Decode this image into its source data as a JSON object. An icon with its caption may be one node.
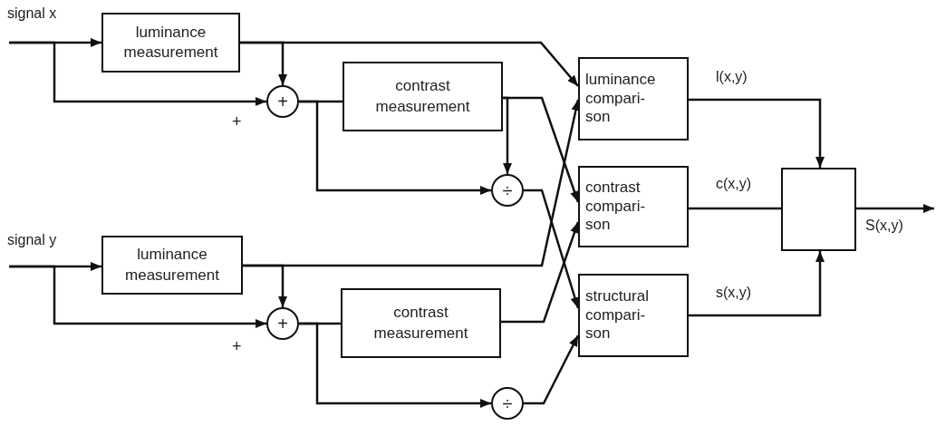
{
  "diagram": {
    "nodes": [
      {
        "text": [
          "signal x"
        ]
      },
      {
        "text": [
          "luminance measurement"
        ]
      },
      {
        "text": [
          "+"
        ]
      },
      {
        "text": [
          "contrast measurement"
        ]
      },
      {
        "text": [
          "÷"
        ]
      },
      {
        "text": [
          "luminance compari- son"
        ]
      },
      {
        "text": [
          "contrast compari- son"
        ]
      },
      {
        "text": [
          "structural compari- son"
        ]
      },
      {
        "text": [],
        "shape": "box"
      },
      {
        "text": [
          "signal y"
        ]
      },
      {
        "text": [
          "luminance measurement"
        ]
      },
      {
        "text": [
          "+"
        ]
      },
      {
        "text": [
          "contrast measurement"
        ]
      },
      {
        "text": [
          "÷"
        ]
      }
    ],
    "edges": [
      {
        "from": 0,
        "to": 1,
        "arrow": "to"
      },
      {
        "from": 0,
        "to": 2,
        "arrow": "to"
      },
      {
        "from": 1,
        "to": 2,
        "arrow": "to"
      },
      {
        "from": 1,
        "to": 5,
        "arrow": "to"
      },
      {
        "from": 2,
        "to": 3,
        "arrow": "none"
      },
      {
        "from": 2,
        "to": 4,
        "arrow": "to"
      },
      {
        "from": 3,
        "to": 4,
        "arrow": "to"
      },
      {
        "from": 3,
        "to": 6,
        "arrow": "to"
      },
      {
        "from": 4,
        "to": 7,
        "arrow": "to"
      },
      {
        "from": 9,
        "to": 10,
        "arrow": "to"
      },
      {
        "from": 9,
        "to": 11,
        "arrow": "to"
      },
      {
        "from": 10,
        "to": 11,
        "arrow": "to"
      },
      {
        "from": 10,
        "to": 5,
        "arrow": "to"
      },
      {
        "from": 11,
        "to": 12,
        "arrow": "none"
      },
      {
        "from": 11,
        "to": 13,
        "arrow": "to"
      },
      {
        "from": 12,
        "to": 6,
        "arrow": "to"
      },
      {
        "from": 13,
        "to": 7,
        "arrow": "to"
      },
      {
        "from": 5,
        "to": 8,
        "label": "l(x,y)",
        "arrow": "to"
      },
      {
        "from": 6,
        "to": 8,
        "label": "c(x,y)",
        "arrow": "none"
      },
      {
        "from": 7,
        "to": 8,
        "label": "s(x,y)",
        "arrow": "to"
      },
      {
        "from": 8,
        "to": null,
        "label": "S(x,y)",
        "arrow": "to"
      }
    ],
    "labels": [
      "+",
      "+"
    ]
  }
}
